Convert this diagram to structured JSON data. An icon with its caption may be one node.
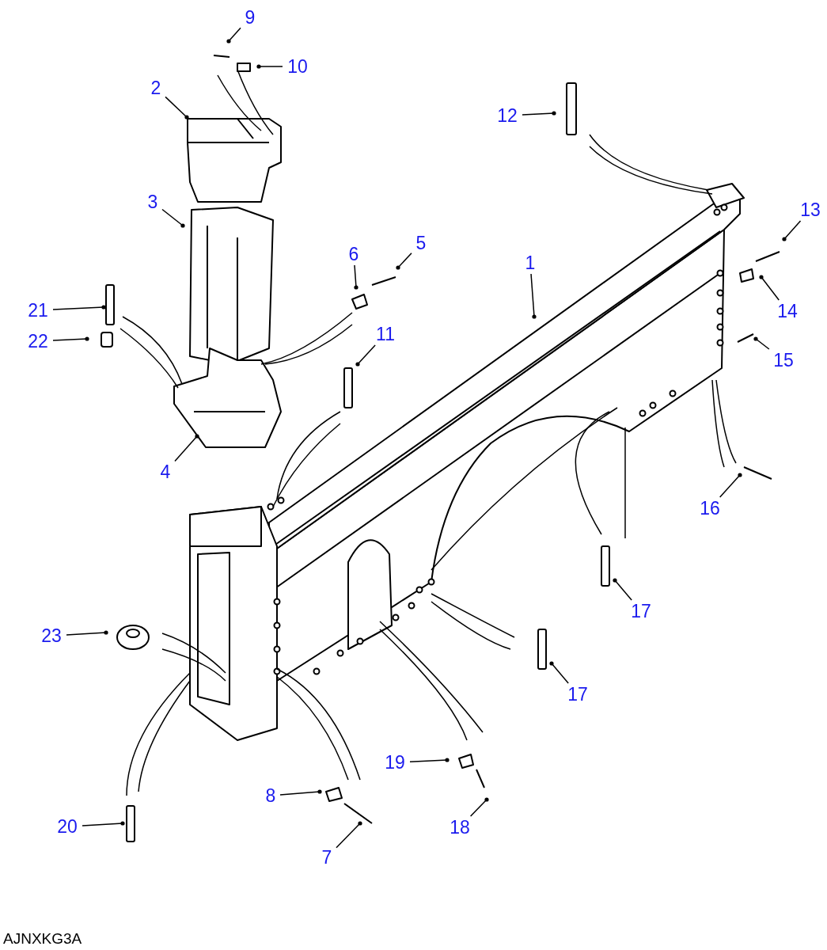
{
  "diagram": {
    "nodes": [
      {
        "text": [
          "9"
        ]
      },
      {
        "text": [
          "10"
        ]
      },
      {
        "text": [
          "2"
        ]
      },
      {
        "text": [
          "12"
        ]
      },
      {
        "text": [
          "3"
        ]
      },
      {
        "text": [
          "13"
        ]
      },
      {
        "text": [
          "5"
        ]
      },
      {
        "text": [
          "6"
        ]
      },
      {
        "text": [
          "1"
        ]
      },
      {
        "text": [
          "21"
        ]
      },
      {
        "text": [
          "14"
        ]
      },
      {
        "text": [
          "11"
        ]
      },
      {
        "text": [
          "22"
        ]
      },
      {
        "text": [
          "15"
        ]
      },
      {
        "text": [
          "4"
        ]
      },
      {
        "text": [
          "16"
        ]
      },
      {
        "text": [
          "17"
        ]
      },
      {
        "text": [
          "23"
        ]
      },
      {
        "text": [
          "17"
        ]
      },
      {
        "text": [
          "19"
        ]
      },
      {
        "text": [
          "8"
        ]
      },
      {
        "text": [
          "20"
        ]
      },
      {
        "text": [
          "18"
        ]
      },
      {
        "text": [
          "7"
        ]
      }
    ],
    "edges": [
      {
        "from": 0,
        "to": null,
        "arrow": "other"
      },
      {
        "from": 1,
        "to": null,
        "arrow": "other"
      },
      {
        "from": 2,
        "to": null,
        "arrow": "other"
      },
      {
        "from": 3,
        "to": null,
        "arrow": "other"
      },
      {
        "from": 4,
        "to": null,
        "arrow": "other"
      },
      {
        "from": 5,
        "to": null,
        "arrow": "other"
      },
      {
        "from": 6,
        "to": null,
        "arrow": "other"
      },
      {
        "from": 7,
        "to": null,
        "arrow": "other"
      },
      {
        "from": 8,
        "to": null,
        "arrow": "other"
      },
      {
        "from": 9,
        "to": null,
        "arrow": "other"
      },
      {
        "from": 10,
        "to": null,
        "arrow": "other"
      },
      {
        "from": 11,
        "to": null,
        "arrow": "other"
      },
      {
        "from": 12,
        "to": null,
        "arrow": "other"
      },
      {
        "from": 13,
        "to": null,
        "arrow": "other"
      },
      {
        "from": 14,
        "to": null,
        "arrow": "other"
      },
      {
        "from": 15,
        "to": null,
        "arrow": "other"
      },
      {
        "from": 16,
        "to": null,
        "arrow": "other"
      },
      {
        "from": 17,
        "to": null,
        "arrow": "other"
      },
      {
        "from": 18,
        "to": null,
        "arrow": "other"
      },
      {
        "from": 19,
        "to": null,
        "arrow": "other"
      },
      {
        "from": 20,
        "to": null,
        "arrow": "other"
      },
      {
        "from": 21,
        "to": null,
        "arrow": "other"
      },
      {
        "from": 22,
        "to": null,
        "arrow": "other"
      },
      {
        "from": 23,
        "to": null,
        "arrow": "other"
      }
    ],
    "labels": [
      "AJNXKG3A"
    ]
  }
}
